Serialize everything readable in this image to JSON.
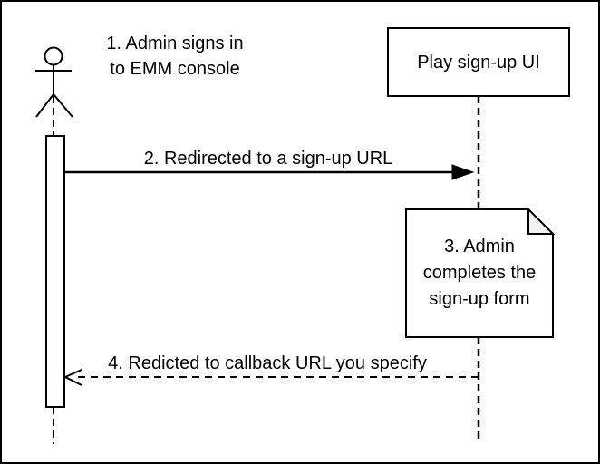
{
  "diagram": {
    "type": "sequence-diagram",
    "actor": {
      "label": "1. Admin signs in\nto EMM console"
    },
    "participant": {
      "label": "Play sign-up UI"
    },
    "note": {
      "label": "3. Admin\ncompletes the\nsign-up form"
    },
    "messages": [
      {
        "label": "2. Redirected to a sign-up URL",
        "line": "solid",
        "direction": "left-to-right",
        "arrowhead": "filled"
      },
      {
        "label": "4. Redicted to callback URL you specify",
        "line": "dashed",
        "direction": "right-to-left",
        "arrowhead": "open"
      }
    ],
    "colors": {
      "stroke": "#000000",
      "shape_fill": "#ffffff",
      "note_fold_fill": "#f2f2f2",
      "background": "#ffffff"
    }
  }
}
